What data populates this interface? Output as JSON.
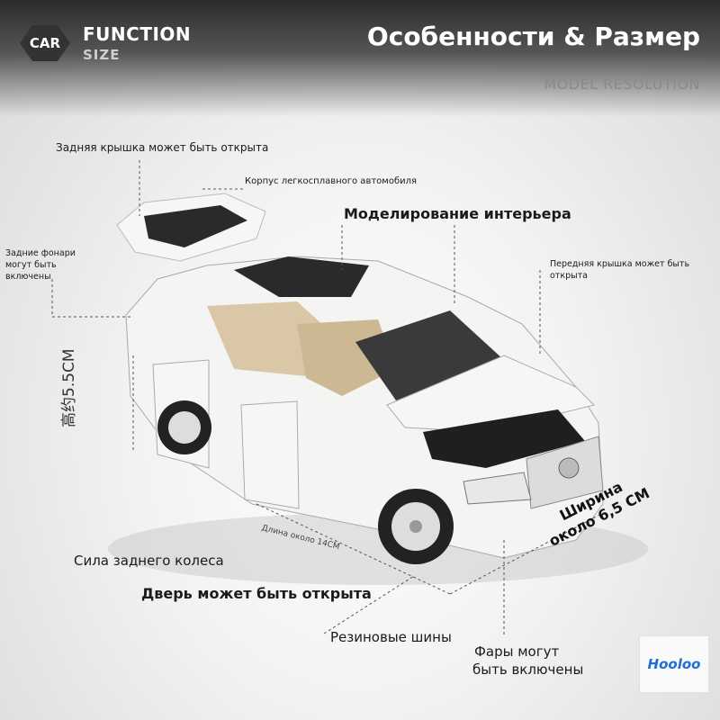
{
  "header": {
    "badge": "CAR",
    "function": "FUNCTION",
    "size": "SIZE",
    "title": "Особенности & Размер",
    "subtitle": "MODEL RESOLUTION"
  },
  "callouts": {
    "tailgate": "Задняя крышка может быть открыта",
    "body": "Корпус легкосплавного автомобиля",
    "interior": "Моделирование интерьера",
    "tail_lights": "Задние фонари могут быть включены",
    "hood": "Передняя крышка может быть открыта",
    "rear_wheel": "Сила заднего колеса",
    "door": "Дверь может быть открыта",
    "tires": "Резиновые шины",
    "headlights_1": "Фары могут",
    "headlights_2": "быть включены"
  },
  "dimensions": {
    "height": "高约5.5CM",
    "length": "Длина около 14CM",
    "width_1": "Ширина",
    "width_2": "около 6,5 СМ"
  },
  "brand": {
    "logo": "Hooloo"
  },
  "colors": {
    "car_body": "#f4f4f2",
    "interior": "#d9c7a8",
    "header": "#3a3a3a"
  }
}
